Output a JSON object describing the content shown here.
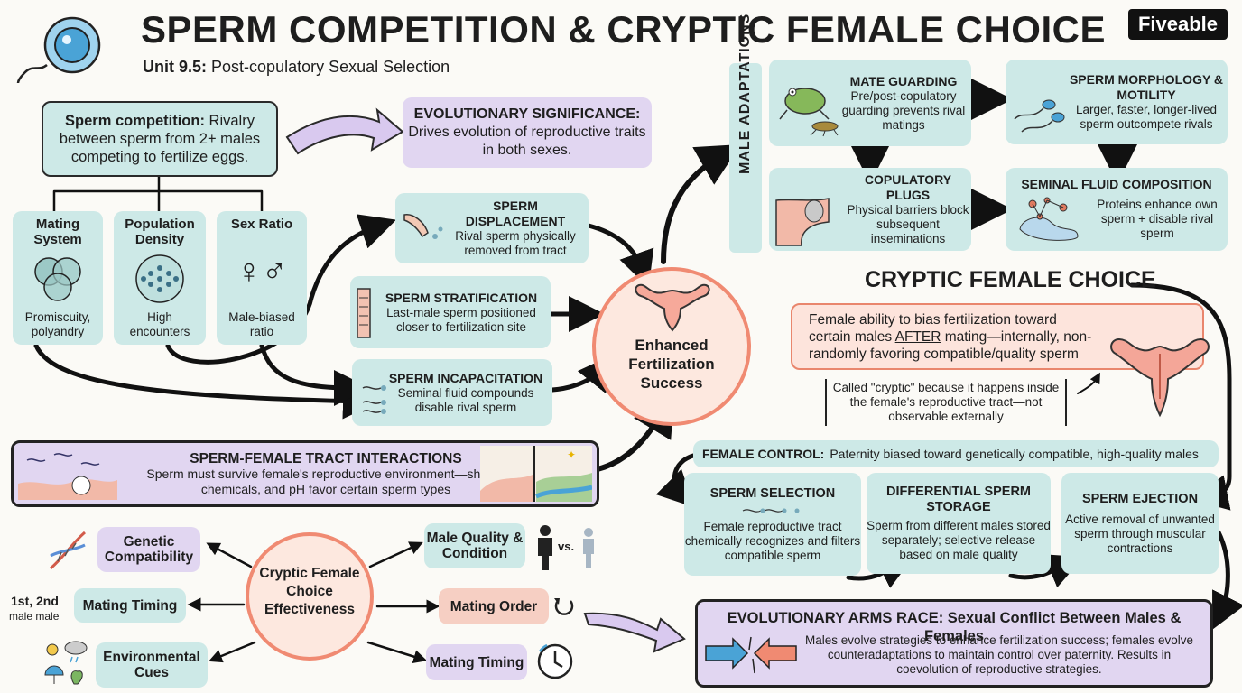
{
  "header": {
    "title": "SPERM COMPETITION  &  CRYPTIC FEMALE CHOICE",
    "unit_label": "Unit 9.5:",
    "unit_text": "Post-copulatory Sexual Selection",
    "brand": "Fiveable"
  },
  "definition": {
    "term": "Sperm competition:",
    "text": "Rivalry between sperm from 2+ males competing to fertilize eggs."
  },
  "significance": {
    "title": "EVOLUTIONARY SIGNIFICANCE:",
    "text": "Drives evolution of reproductive traits in both sexes."
  },
  "factors": [
    {
      "title": "Mating System",
      "value": "Promiscuity, polyandry"
    },
    {
      "title": "Population Density",
      "value": "High encounters"
    },
    {
      "title": "Sex Ratio",
      "value": "Male-biased ratio",
      "symbol": "♀♂"
    }
  ],
  "mechanisms": [
    {
      "title": "SPERM DISPLACEMENT",
      "text": "Rival sperm physically removed from tract"
    },
    {
      "title": "SPERM STRATIFICATION",
      "text": "Last-male sperm positioned closer to fertilization site"
    },
    {
      "title": "SPERM INCAPACITATION",
      "text": "Seminal fluid compounds disable rival sperm"
    }
  ],
  "center": {
    "text": "Enhanced Fertilization Success"
  },
  "tract_interactions": {
    "title": "SPERM-FEMALE TRACT INTERACTIONS",
    "text": "Sperm must survive female's reproductive environment—shape, chemicals, and pH favor certain sperm types"
  },
  "male_adaptations": {
    "side_label": "MALE ADAPTATIONS",
    "items": [
      {
        "title": "MATE GUARDING",
        "text": "Pre/post-copulatory guarding prevents rival matings"
      },
      {
        "title": "SPERM MORPHOLOGY & MOTILITY",
        "text": "Larger, faster, longer-lived sperm outcompete rivals"
      },
      {
        "title": "COPULATORY PLUGS",
        "text": "Physical barriers block subsequent inseminations"
      },
      {
        "title": "SEMINAL FLUID COMPOSITION",
        "text": "Proteins enhance own sperm + disable rival sperm"
      }
    ]
  },
  "cfc": {
    "title": "CRYPTIC FEMALE CHOICE",
    "def_pre": "Female ability to bias fertilization toward certain males ",
    "def_emph": "AFTER",
    "def_post": " mating—internally, non-randomly favoring compatible/quality sperm",
    "note": "Called \"cryptic\" because it happens inside the female's reproductive tract—not observable externally"
  },
  "female_control": {
    "label": "FEMALE CONTROL:",
    "text": "Paternity biased toward genetically compatible, high-quality males",
    "items": [
      {
        "title": "SPERM SELECTION",
        "text": "Female reproductive tract chemically recognizes and filters compatible sperm"
      },
      {
        "title": "DIFFERENTIAL SPERM STORAGE",
        "text": "Sperm from different males stored separately; selective release based on male quality"
      },
      {
        "title": "SPERM EJECTION",
        "text": "Active removal of unwanted sperm through muscular contractions"
      }
    ]
  },
  "effectiveness": {
    "center": "Cryptic Female Choice Effectiveness",
    "factors": [
      {
        "label": "Genetic Compatibility"
      },
      {
        "label": "Mating Timing",
        "icon_text": [
          "1st,",
          "2nd",
          "male",
          "male"
        ]
      },
      {
        "label": "Environmental Cues"
      },
      {
        "label": "Male Quality & Condition",
        "icon_text": "vs."
      },
      {
        "label": "Mating Order"
      },
      {
        "label": "Mating Timing"
      }
    ]
  },
  "arms_race": {
    "title": "EVOLUTIONARY ARMS RACE: Sexual Conflict Between Males & Females",
    "text": "Males evolve strategies to enhance fertilization success; females evolve counteradaptations to maintain control over paternity. Results in coevolution of reproductive strategies."
  },
  "colors": {
    "teal": "#cde9e7",
    "lavender": "#e1d6f1",
    "salmon": "#f6cfc3",
    "ink": "#1e1e1e"
  }
}
